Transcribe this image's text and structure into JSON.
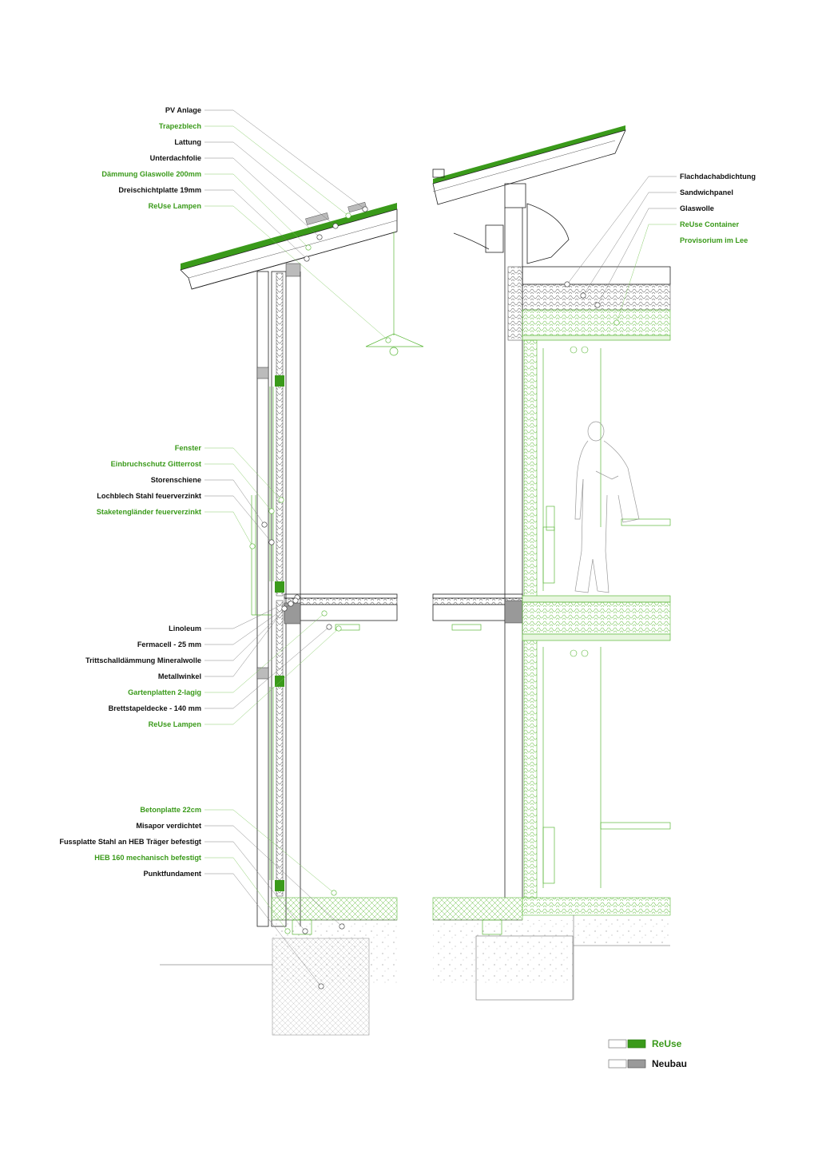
{
  "labels_left_top": [
    {
      "text": "PV Anlage",
      "reuse": false
    },
    {
      "text": "Trapezblech",
      "reuse": true
    },
    {
      "text": "Lattung",
      "reuse": false
    },
    {
      "text": "Unterdachfolie",
      "reuse": false
    },
    {
      "text": "Dämmung Glaswolle 200mm",
      "reuse": true
    },
    {
      "text": "Dreischichtplatte 19mm",
      "reuse": false
    },
    {
      "text": "ReUse Lampen",
      "reuse": true
    }
  ],
  "labels_left_window": [
    {
      "text": "Fenster",
      "reuse": true
    },
    {
      "text": "Einbruchschutz Gitterrost",
      "reuse": true
    },
    {
      "text": "Storenschiene",
      "reuse": false
    },
    {
      "text": "Lochblech Stahl feuerverzinkt",
      "reuse": false
    },
    {
      "text": "Staketengländer feuerverzinkt",
      "reuse": true
    }
  ],
  "labels_left_floor": [
    {
      "text": "Linoleum",
      "reuse": false
    },
    {
      "text": "Fermacell - 25 mm",
      "reuse": false
    },
    {
      "text": "Trittschalldämmung Mineralwolle",
      "reuse": false
    },
    {
      "text": "Metallwinkel",
      "reuse": false
    },
    {
      "text": "Gartenplatten 2-lagig",
      "reuse": true
    },
    {
      "text": "Brettstapeldecke - 140 mm",
      "reuse": false
    },
    {
      "text": "ReUse Lampen",
      "reuse": true
    }
  ],
  "labels_left_base": [
    {
      "text": "Betonplatte 22cm",
      "reuse": true
    },
    {
      "text": "Misapor verdichtet",
      "reuse": false
    },
    {
      "text": "Fussplatte Stahl an HEB Träger befestigt",
      "reuse": false
    },
    {
      "text": "HEB 160 mechanisch befestigt",
      "reuse": true
    },
    {
      "text": "Punktfundament",
      "reuse": false
    }
  ],
  "labels_right": [
    {
      "text": "Flachdachabdichtung",
      "reuse": false
    },
    {
      "text": "Sandwichpanel",
      "reuse": false
    },
    {
      "text": "Glaswolle",
      "reuse": false
    },
    {
      "text": "ReUse Container",
      "reuse": true
    },
    {
      "text": "Provisorium im Lee",
      "reuse": true
    }
  ],
  "legend": {
    "reuse_label": "ReUse",
    "neubau_label": "Neubau"
  },
  "colors": {
    "reuse": "#3a9a1a",
    "reuse_fill": "#3a9a1a",
    "neubau": "#111111",
    "neubau_fill": "#9a9a9a"
  }
}
